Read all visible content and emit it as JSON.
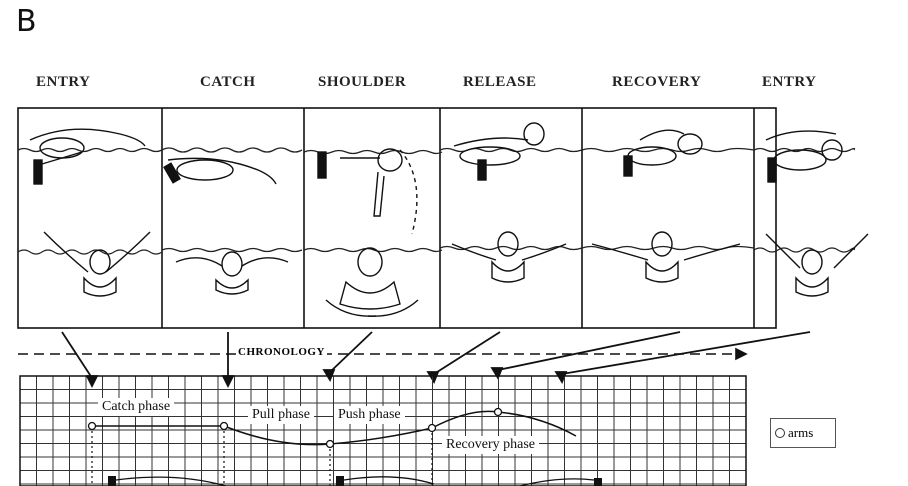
{
  "panel_label": "B",
  "phase_titles": [
    "ENTRY",
    "CATCH",
    "SHOULDER",
    "RELEASE",
    "RECOVERY",
    "ENTRY"
  ],
  "chronology_label": "CHRONOLOGY",
  "phase_boxes": [
    "Catch phase",
    "Pull phase",
    "Push phase",
    "Recovery phase"
  ],
  "legend": {
    "label": "arms"
  }
}
